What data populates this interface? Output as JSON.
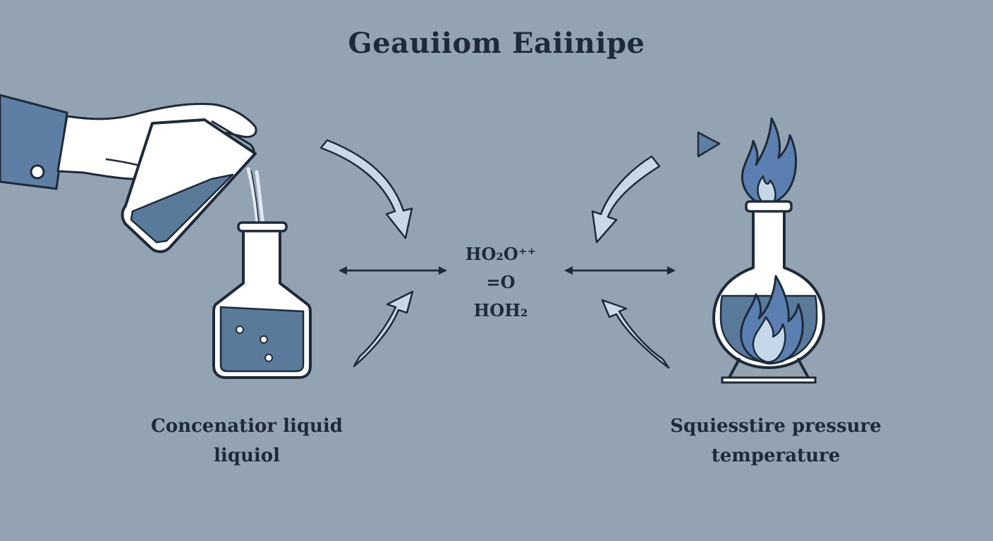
{
  "title": "Geauiiom Eaiinipe",
  "formula": {
    "line1": "HO₂O⁺⁺",
    "line2": "=O",
    "line3": "HOH₂"
  },
  "left_caption": {
    "line1": "Concenatior liquid",
    "line2": "liquiol"
  },
  "right_caption": {
    "line1": "Squiesstire pressure",
    "line2": "temperature"
  },
  "colors": {
    "background": "#94a3b2",
    "ink": "#1e2a3a",
    "liquid": "#5a7a9c",
    "sleeve": "#5e7fa3",
    "arrow_fill": "#c9d8e5",
    "flame": "#5b7fb0",
    "flame_light": "#c7d7ea",
    "glass": "#ffffff"
  }
}
